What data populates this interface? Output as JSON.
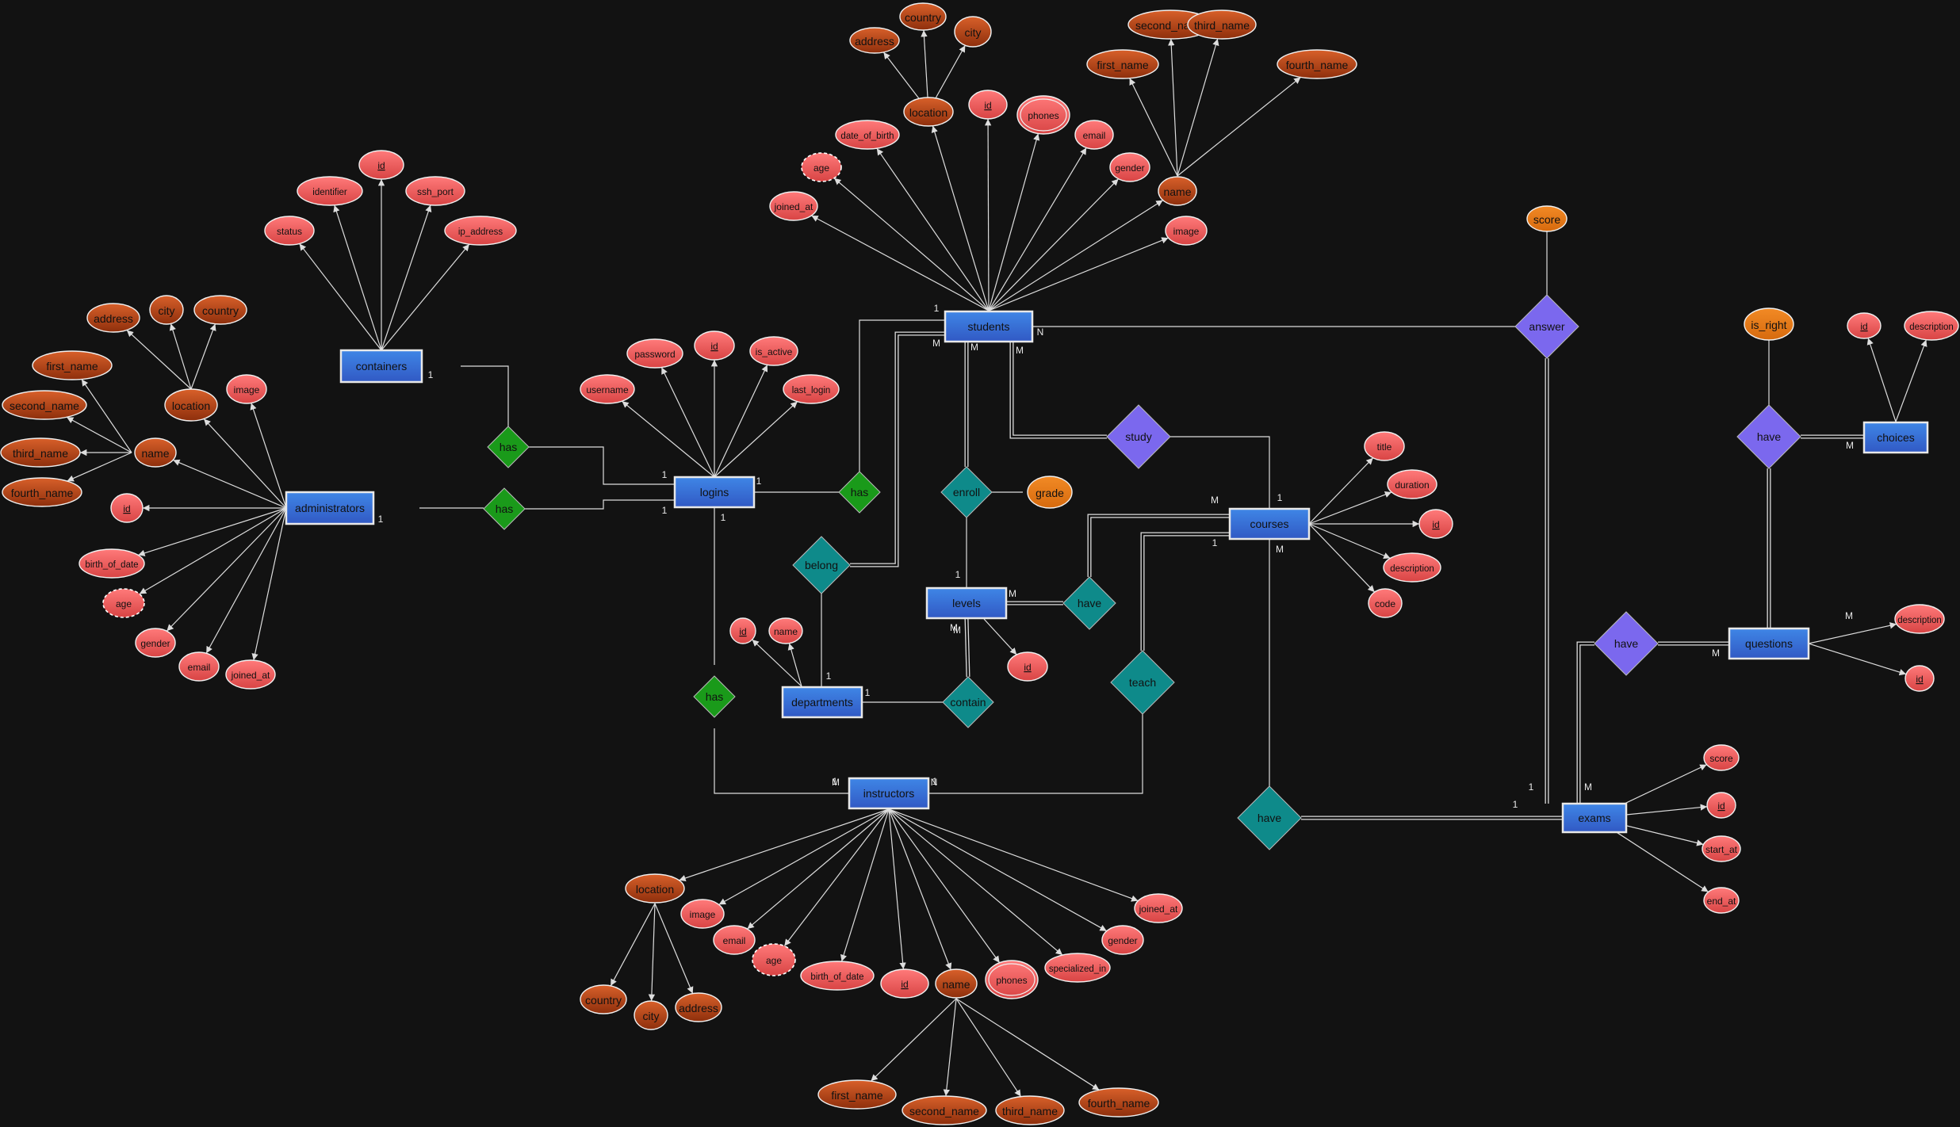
{
  "colors": {
    "background": "#121212",
    "line": "#dddddd",
    "entity": "#3a78d8",
    "attribute": "#e85a5a",
    "attribute_composite": "#b84417",
    "attribute_derived": "#e8771a",
    "rel_green": "#1a9a1a",
    "rel_teal": "#0e8a8a",
    "rel_purple": "#7b68ee"
  },
  "entities": [
    {
      "id": "students",
      "label": "students"
    },
    {
      "id": "containers",
      "label": "containers"
    },
    {
      "id": "logins",
      "label": "logins"
    },
    {
      "id": "administrators",
      "label": "administrators"
    },
    {
      "id": "courses",
      "label": "courses"
    },
    {
      "id": "levels",
      "label": "levels"
    },
    {
      "id": "departments",
      "label": "departments"
    },
    {
      "id": "instructors",
      "label": "instructors"
    },
    {
      "id": "exams",
      "label": "exams"
    },
    {
      "id": "questions",
      "label": "questions"
    },
    {
      "id": "choices",
      "label": "choices"
    }
  ],
  "relationships": [
    {
      "id": "r_has_cont",
      "label": "has",
      "style": "green"
    },
    {
      "id": "r_has_admin",
      "label": "has",
      "style": "green"
    },
    {
      "id": "r_has_stud",
      "label": "has",
      "style": "green"
    },
    {
      "id": "r_has_inst",
      "label": "has",
      "style": "green"
    },
    {
      "id": "r_enroll",
      "label": "enroll",
      "style": "teal"
    },
    {
      "id": "r_belong",
      "label": "belong",
      "style": "teal"
    },
    {
      "id": "r_contain",
      "label": "contain",
      "style": "teal"
    },
    {
      "id": "r_have_lc",
      "label": "have",
      "style": "teal"
    },
    {
      "id": "r_teach",
      "label": "teach",
      "style": "teal"
    },
    {
      "id": "r_have_ce",
      "label": "have",
      "style": "teal"
    },
    {
      "id": "r_study",
      "label": "study",
      "style": "purple"
    },
    {
      "id": "r_answer",
      "label": "answer",
      "style": "purple"
    },
    {
      "id": "r_have_qc",
      "label": "have",
      "style": "purple"
    },
    {
      "id": "r_have_eq",
      "label": "have",
      "style": "purple"
    }
  ],
  "attributes": [
    {
      "label": "address",
      "kind": "composite"
    },
    {
      "label": "country",
      "kind": "composite"
    },
    {
      "label": "city",
      "kind": "composite"
    },
    {
      "label": "location",
      "kind": "composite"
    },
    {
      "label": "id",
      "kind": "key"
    },
    {
      "label": "phones",
      "kind": "multivalued"
    },
    {
      "label": "date_of_birth",
      "kind": "simple"
    },
    {
      "label": "email",
      "kind": "simple"
    },
    {
      "label": "age",
      "kind": "derived"
    },
    {
      "label": "gender",
      "kind": "simple"
    },
    {
      "label": "joined_at",
      "kind": "simple"
    },
    {
      "label": "name",
      "kind": "composite"
    },
    {
      "label": "image",
      "kind": "simple"
    },
    {
      "label": "second_name",
      "kind": "composite"
    },
    {
      "label": "third_name",
      "kind": "composite"
    },
    {
      "label": "first_name",
      "kind": "composite"
    },
    {
      "label": "fourth_name",
      "kind": "composite"
    },
    {
      "label": "score",
      "kind": "relationship"
    },
    {
      "label": "id",
      "kind": "key"
    },
    {
      "label": "identifier",
      "kind": "simple"
    },
    {
      "label": "ssh_port",
      "kind": "simple"
    },
    {
      "label": "status",
      "kind": "simple"
    },
    {
      "label": "ip_address",
      "kind": "simple"
    },
    {
      "label": "password",
      "kind": "simple"
    },
    {
      "label": "id",
      "kind": "key"
    },
    {
      "label": "is_active",
      "kind": "simple"
    },
    {
      "label": "username",
      "kind": "simple"
    },
    {
      "label": "last_login",
      "kind": "simple"
    },
    {
      "label": "address",
      "kind": "composite"
    },
    {
      "label": "city",
      "kind": "composite"
    },
    {
      "label": "country",
      "kind": "composite"
    },
    {
      "label": "first_name",
      "kind": "composite"
    },
    {
      "label": "image",
      "kind": "simple"
    },
    {
      "label": "location",
      "kind": "composite"
    },
    {
      "label": "second_name",
      "kind": "composite"
    },
    {
      "label": "third_name",
      "kind": "composite"
    },
    {
      "label": "name",
      "kind": "composite"
    },
    {
      "label": "fourth_name",
      "kind": "composite"
    },
    {
      "label": "id",
      "kind": "key"
    },
    {
      "label": "birth_of_date",
      "kind": "simple"
    },
    {
      "label": "age",
      "kind": "derived"
    },
    {
      "label": "gender",
      "kind": "simple"
    },
    {
      "label": "email",
      "kind": "simple"
    },
    {
      "label": "joined_at",
      "kind": "simple"
    },
    {
      "label": "grade",
      "kind": "relationship"
    },
    {
      "label": "title",
      "kind": "simple"
    },
    {
      "label": "duration",
      "kind": "simple"
    },
    {
      "label": "id",
      "kind": "key"
    },
    {
      "label": "description",
      "kind": "simple"
    },
    {
      "label": "code",
      "kind": "simple"
    },
    {
      "label": "id",
      "kind": "key"
    },
    {
      "label": "name",
      "kind": "simple"
    },
    {
      "label": "id",
      "kind": "key"
    },
    {
      "label": "is_right",
      "kind": "relationship"
    },
    {
      "label": "id",
      "kind": "key"
    },
    {
      "label": "description",
      "kind": "simple"
    },
    {
      "label": "description",
      "kind": "simple"
    },
    {
      "label": "id",
      "kind": "key"
    },
    {
      "label": "score",
      "kind": "simple"
    },
    {
      "label": "id",
      "kind": "key"
    },
    {
      "label": "start_at",
      "kind": "simple"
    },
    {
      "label": "end_at",
      "kind": "simple"
    },
    {
      "label": "location",
      "kind": "composite"
    },
    {
      "label": "image",
      "kind": "simple"
    },
    {
      "label": "email",
      "kind": "simple"
    },
    {
      "label": "age",
      "kind": "derived"
    },
    {
      "label": "birth_of_date",
      "kind": "simple"
    },
    {
      "label": "id",
      "kind": "key"
    },
    {
      "label": "name",
      "kind": "composite"
    },
    {
      "label": "phones",
      "kind": "multivalued"
    },
    {
      "label": "specialized_in",
      "kind": "simple"
    },
    {
      "label": "gender",
      "kind": "simple"
    },
    {
      "label": "joined_at",
      "kind": "simple"
    },
    {
      "label": "country",
      "kind": "composite"
    },
    {
      "label": "city",
      "kind": "composite"
    },
    {
      "label": "address",
      "kind": "composite"
    },
    {
      "label": "first_name",
      "kind": "composite"
    },
    {
      "label": "second_name",
      "kind": "composite"
    },
    {
      "label": "third_name",
      "kind": "composite"
    },
    {
      "label": "fourth_name",
      "kind": "composite"
    }
  ],
  "cardinalities": [
    "1",
    "N",
    "M",
    "M",
    "M",
    "1",
    "1",
    "1",
    "1",
    "1",
    "1",
    "1",
    "1",
    "1",
    "M",
    "M",
    "M",
    "1",
    "1",
    "M",
    "1",
    "1",
    "1",
    "1",
    "M",
    "M",
    "M",
    "M",
    "M",
    "N",
    "M"
  ]
}
